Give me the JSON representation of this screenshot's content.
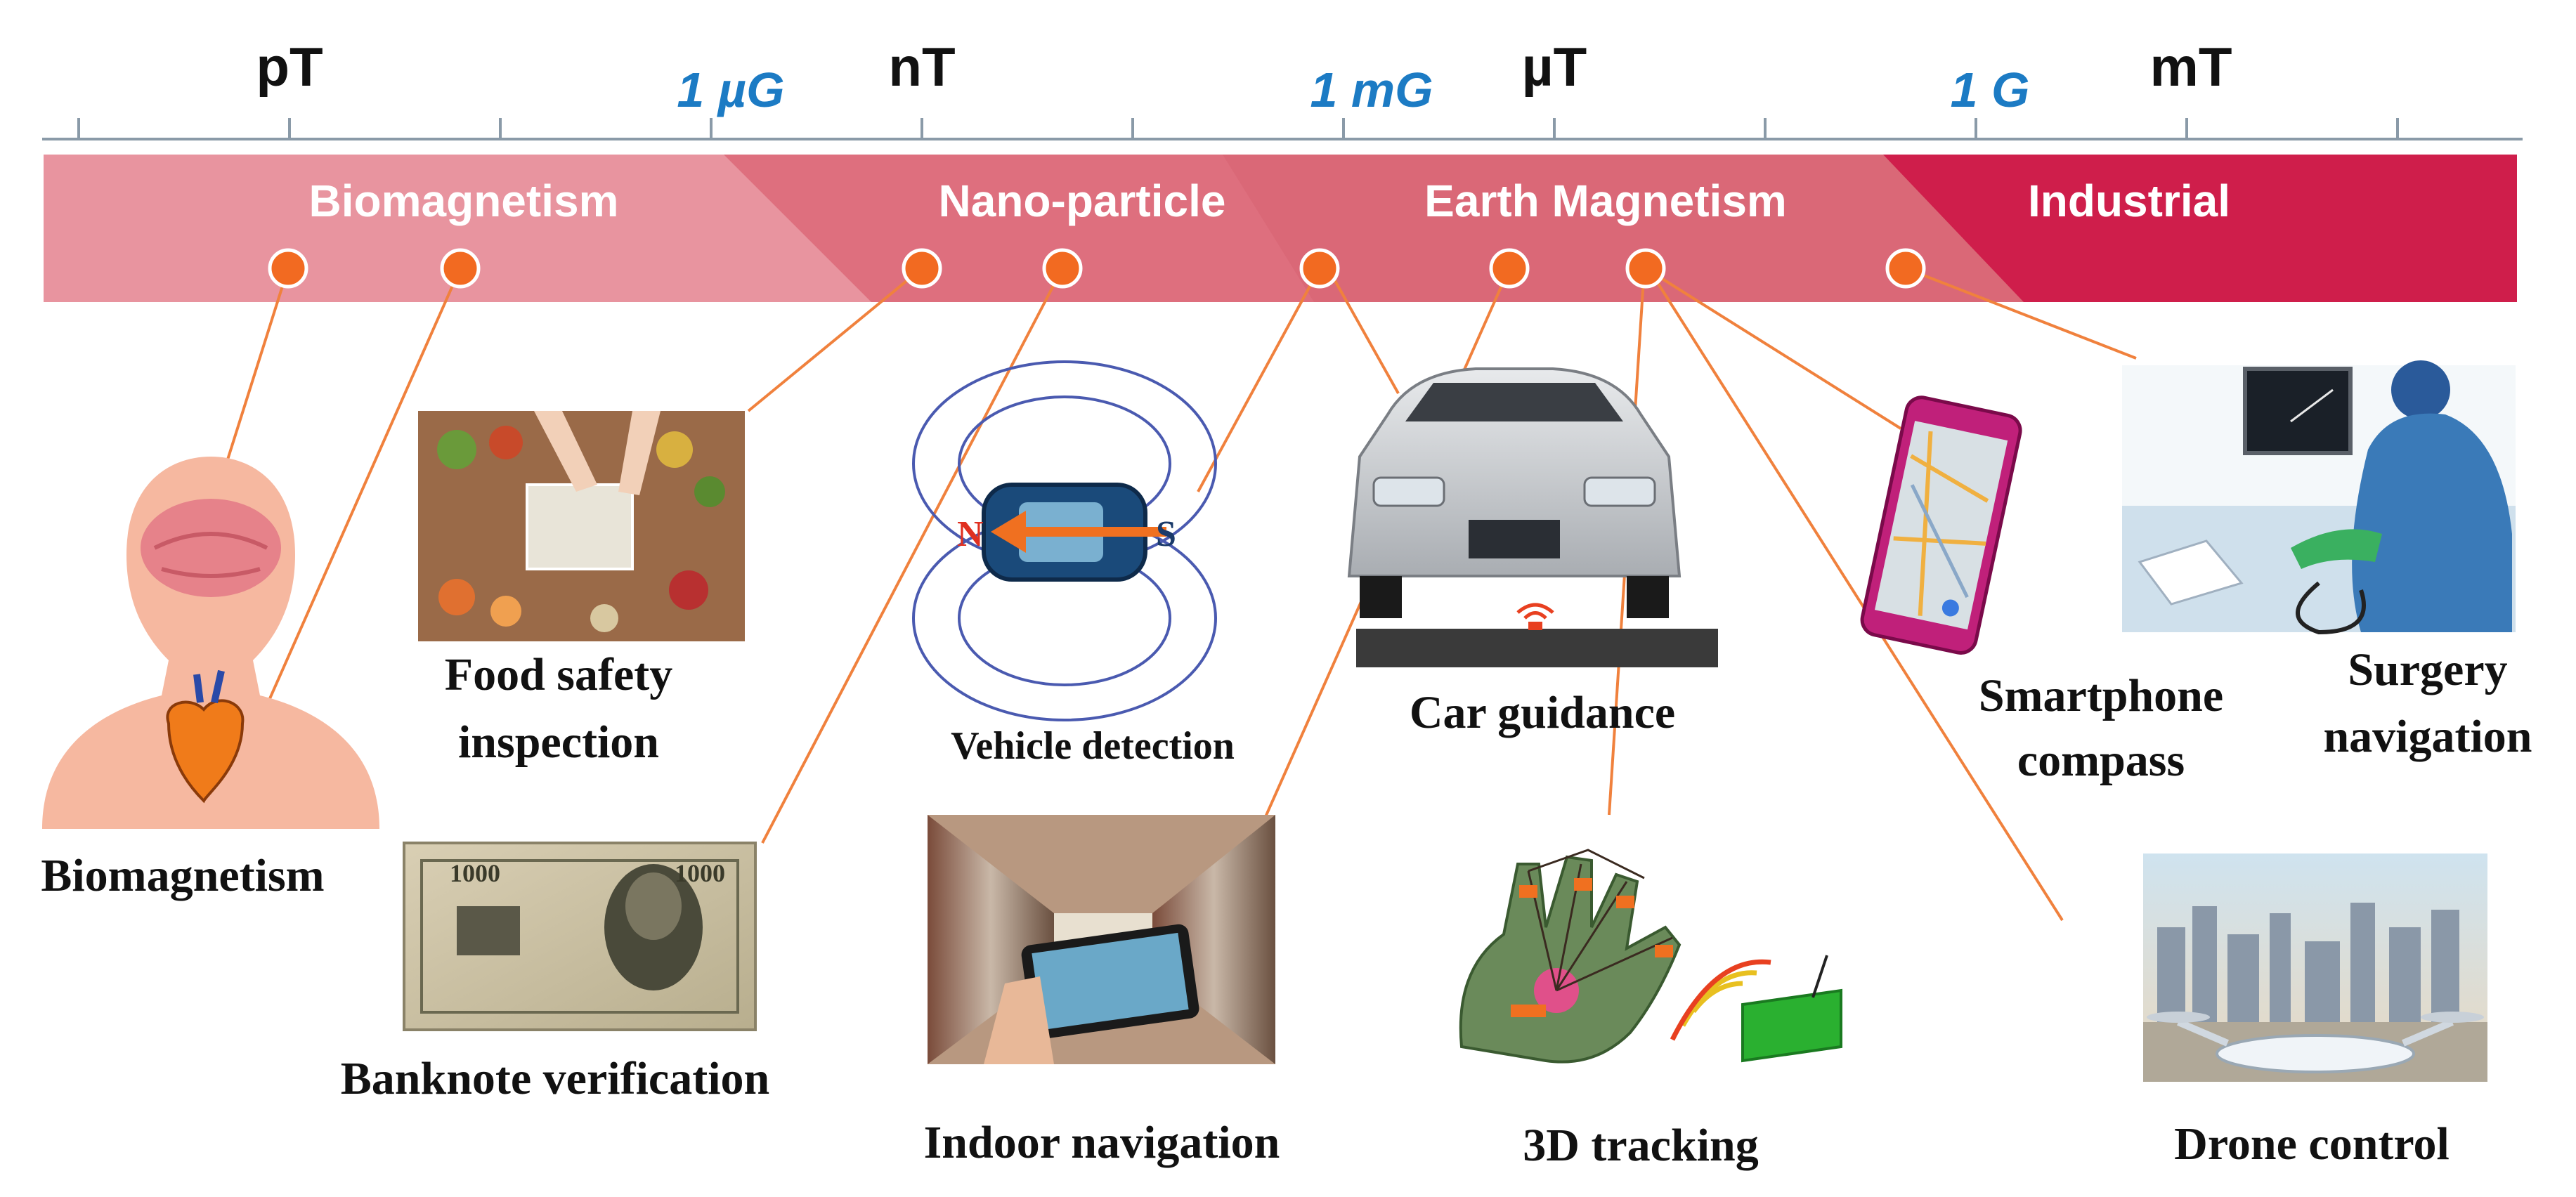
{
  "scale": {
    "units": [
      {
        "label": "pT"
      },
      {
        "label": "nT"
      },
      {
        "label": "µT"
      },
      {
        "label": "mT"
      }
    ],
    "gauss": [
      {
        "label": "1 µG"
      },
      {
        "label": "1 mG"
      },
      {
        "label": "1 G"
      }
    ]
  },
  "bands": [
    {
      "label": "Biomagnetism",
      "color": "#e8949f"
    },
    {
      "label": "Nano-particle",
      "color": "#de6f7e"
    },
    {
      "label": "Earth Magnetism",
      "color": "#da6877"
    },
    {
      "label": "Industrial",
      "color": "#cf1e4b"
    }
  ],
  "applications": {
    "biomagnetism": {
      "label": "Biomagnetism"
    },
    "food": {
      "line1": "Food safety",
      "line2": "inspection"
    },
    "banknote": {
      "label": "Banknote verification"
    },
    "vehicle": {
      "label": "Vehicle detection"
    },
    "indoor": {
      "label": "Indoor navigation"
    },
    "car": {
      "label": "Car guidance"
    },
    "tracking": {
      "label": "3D tracking"
    },
    "smartphone": {
      "line1": "Smartphone",
      "line2": "compass"
    },
    "surgery": {
      "line1": "Surgery",
      "line2": "navigation"
    },
    "drone": {
      "label": "Drone control"
    }
  },
  "vehicle_poles": {
    "north": "N",
    "south": "S"
  },
  "banknote_value": "1000",
  "colors": {
    "dot": "#f26a21",
    "line": "#f0813d",
    "axis": "#8a9aa8",
    "gauss_text": "#1c7bc4"
  },
  "icons": [
    "human-body-icon",
    "food-photo",
    "banknote-photo",
    "vehicle-field-icon",
    "indoor-photo",
    "car-photo",
    "glove-icon",
    "smartphone-icon",
    "surgery-photo",
    "drone-photo"
  ]
}
